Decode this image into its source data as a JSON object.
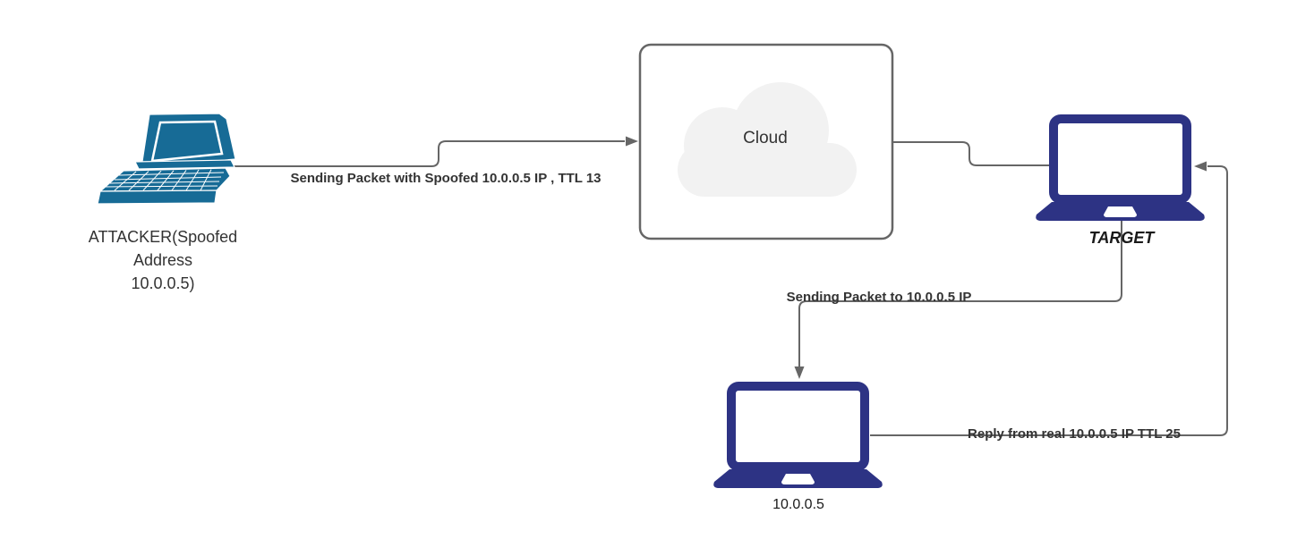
{
  "diagram": {
    "title": "IP spoofing attack flow",
    "colors": {
      "connector": "#666666",
      "edge_label_text": "#333333",
      "node_label_text": "#1a1a1a",
      "attacker_laptop": "#176b96",
      "laptop_navy": "#2d3384",
      "cloud_fill": "#f2f2f2",
      "cloud_box_border": "#666666",
      "screen_fill": "#ffffff"
    },
    "nodes": {
      "attacker": {
        "label": "ATTACKER(Spoofed\nAddress\n10.0.0.5)",
        "icon": "laptop-3d-icon"
      },
      "cloud": {
        "label": "Cloud",
        "icon": "cloud-icon"
      },
      "target": {
        "label": "TARGET",
        "icon": "laptop-icon"
      },
      "real_host": {
        "label": "10.0.0.5",
        "icon": "laptop-icon"
      }
    },
    "edges": [
      {
        "from": "attacker",
        "to": "cloud",
        "label": "Sending Packet with Spoofed 10.0.0.5 IP , TTL 13",
        "arrowhead": "right"
      },
      {
        "from": "cloud",
        "to": "target",
        "label": "",
        "arrowhead": "none"
      },
      {
        "from": "target",
        "to": "real_host",
        "label": "Sending Packet to 10.0.0.5 IP",
        "arrowhead": "down"
      },
      {
        "from": "real_host",
        "to": "target",
        "label": "Reply from real 10.0.0.5 IP TTL 25",
        "arrowhead": "left"
      }
    ]
  }
}
